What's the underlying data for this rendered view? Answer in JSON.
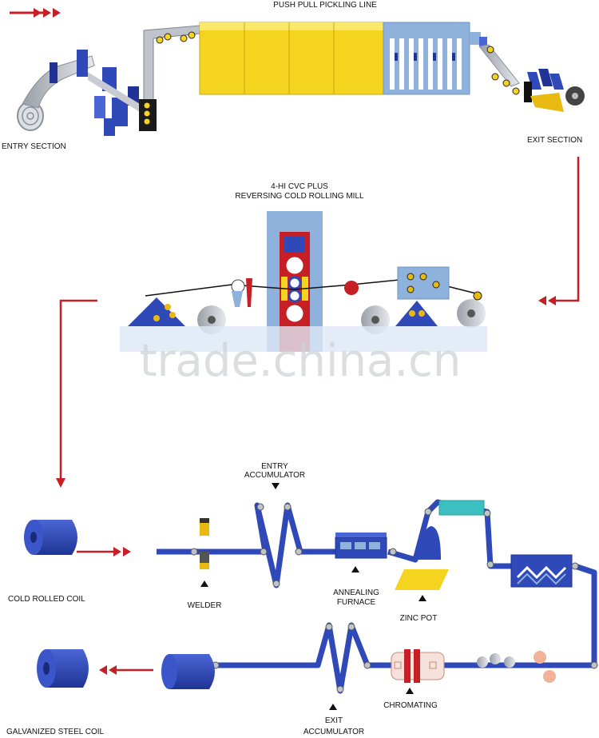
{
  "labels": {
    "pickling_title": "PUSH PULL PICKLING LINE",
    "entry_section": "ENTRY SECTION",
    "exit_section": "EXIT SECTION",
    "mill_line1": "4-HI CVC PLUS",
    "mill_line2": "REVERSING COLD ROLLING MILL",
    "entry_accum_line1": "ENTRY",
    "entry_accum_line2": "ACCUMULATOR",
    "welder": "WELDER",
    "annealing_line1": "ANNEALING",
    "annealing_line2": "FURNACE",
    "zinc_pot": "ZINC POT",
    "cold_rolled_coil": "COLD ROLLED COIL",
    "chromating": "CHROMATING",
    "exit_accum_line1": "EXIT",
    "exit_accum_line2": "ACCUMULATOR",
    "galvanized_coil": "GALVANIZED STEEL COIL"
  },
  "watermark": "trade.china.cn",
  "colors": {
    "blue": "#2f49b8",
    "dark_blue": "#1f3494",
    "light_blue": "#8fb2dc",
    "yellow": "#f4d41e",
    "red": "#c71f26",
    "teal": "#3cbfc0",
    "grey": "#c8ccd2",
    "gold": "#e8b911"
  }
}
